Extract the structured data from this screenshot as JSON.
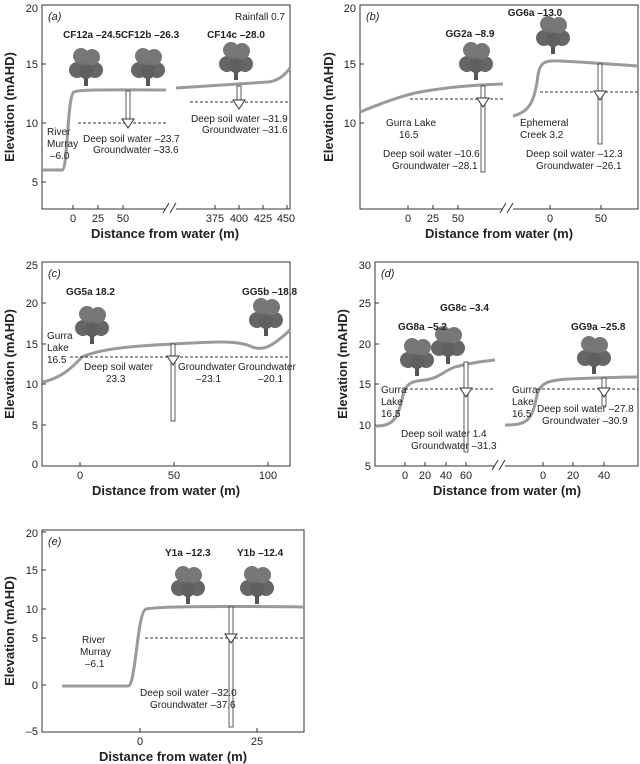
{
  "axes": {
    "ylabel": "Elevation (mAHD)",
    "xlabel": "Distance from water (m)"
  },
  "panels": {
    "a": {
      "label": "(a)",
      "rainfall": "Rainfall 0.7",
      "yticks": [
        "5",
        "10",
        "15",
        "20"
      ],
      "xticks_left": [
        "0",
        "25",
        "50"
      ],
      "xticks_right": [
        "375",
        "400",
        "425",
        "450"
      ],
      "sites": [
        "CF12a –24.5",
        "CF12b –26.3",
        "CF14c –28.0"
      ],
      "water": [
        "River",
        "Murray",
        "–6.0"
      ],
      "deep_left": "Deep soil water –23.7",
      "gw_left": "Groundwater –33.6",
      "deep_right": "Deep soil water –31.9",
      "gw_right": "Groundwater –31.6"
    },
    "b": {
      "label": "(b)",
      "yticks": [
        "10",
        "15",
        "20"
      ],
      "xticks_left": [
        "0",
        "25",
        "50"
      ],
      "xticks_right": [
        "0",
        "50"
      ],
      "sites": [
        "GG2a –8.9",
        "GG6a –13.0"
      ],
      "water_left": [
        "Gurra Lake",
        "16.5"
      ],
      "water_right": [
        "Ephemeral",
        "Creek 3.2"
      ],
      "deep_left": "Deep soil water –10.6",
      "gw_left": "Groundwater –28.1",
      "deep_right": "Deep soil water –12.3",
      "gw_right": "Groundwater –26.1"
    },
    "c": {
      "label": "(c)",
      "yticks": [
        "0",
        "5",
        "10",
        "15",
        "20",
        "25"
      ],
      "xticks": [
        "0",
        "50",
        "100"
      ],
      "sites": [
        "GG5a 18.2",
        "GG5b –18.8"
      ],
      "water": [
        "Gurra",
        "Lake",
        "16.5"
      ],
      "deep": [
        "Deep soil water",
        "23.3"
      ],
      "gw_a": [
        "Groundwater",
        "–23.1"
      ],
      "gw_b": [
        "Groundwater",
        "–20.1"
      ]
    },
    "d": {
      "label": "(d)",
      "yticks": [
        "5",
        "10",
        "15",
        "20",
        "25",
        "30"
      ],
      "xticks_left": [
        "0",
        "20",
        "40",
        "60"
      ],
      "xticks_right": [
        "0",
        "20",
        "40"
      ],
      "sites": [
        "GG8a –5.2",
        "GG8c –3.4",
        "GG9a –25.8"
      ],
      "water": [
        "Gurra",
        "Lake",
        "16.5"
      ],
      "deep_left": "Deep soil water 1.4",
      "gw_left": "Groundwater –31.3",
      "deep_right": "Deep soil water –27.8",
      "gw_right": "Groundwater –30.9"
    },
    "e": {
      "label": "(e)",
      "yticks": [
        "–5",
        "0",
        "5",
        "10",
        "15",
        "20"
      ],
      "xticks": [
        "0",
        "25"
      ],
      "sites": [
        "Y1a –12.3",
        "Y1b –12.4"
      ],
      "water": [
        "River",
        "Murray",
        "–6.1"
      ],
      "deep": "Deep soil water –32.0",
      "gw": "Groundwater –37.6"
    }
  }
}
